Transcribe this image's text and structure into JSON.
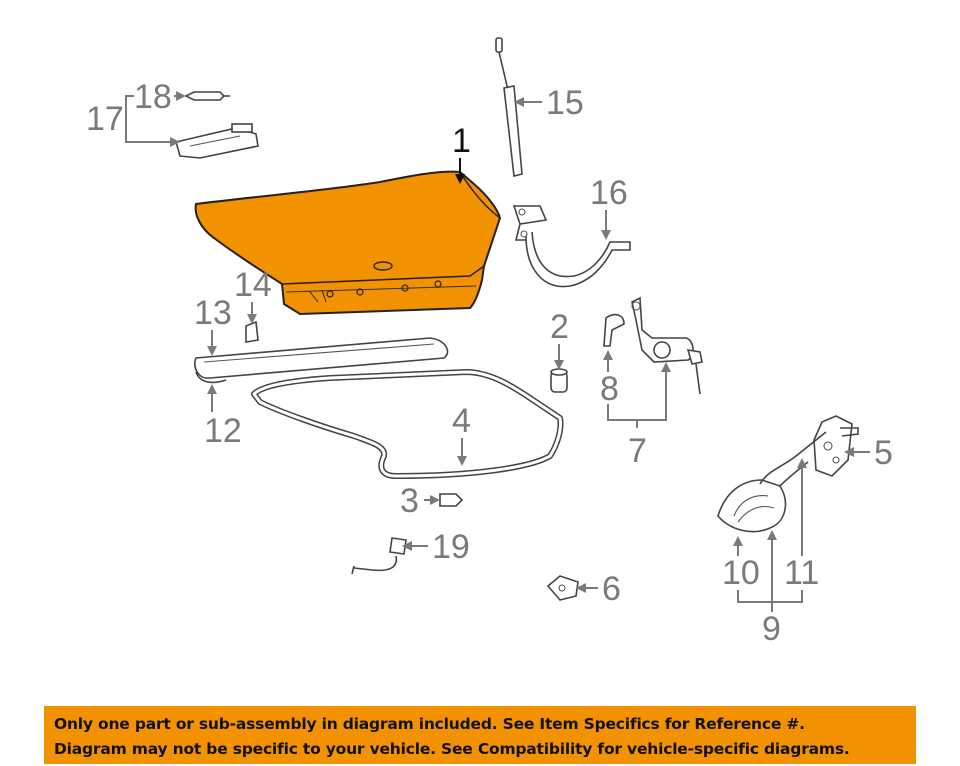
{
  "diagram": {
    "highlight_color": "#f39200",
    "callouts": {
      "c1": "1",
      "c2": "2",
      "c3": "3",
      "c4": "4",
      "c5": "5",
      "c6": "6",
      "c7": "7",
      "c8": "8",
      "c9": "9",
      "c10": "10",
      "c11": "11",
      "c12": "12",
      "c13": "13",
      "c14": "14",
      "c15": "15",
      "c16": "16",
      "c17": "17",
      "c18": "18",
      "c19": "19"
    }
  },
  "notice": {
    "line1": "Only one part or sub-assembly in diagram included. See Item Specifics for Reference #.",
    "line2": "Diagram may not be specific to your vehicle. See Compatibility for vehicle-specific diagrams.",
    "background": "#f39200"
  }
}
